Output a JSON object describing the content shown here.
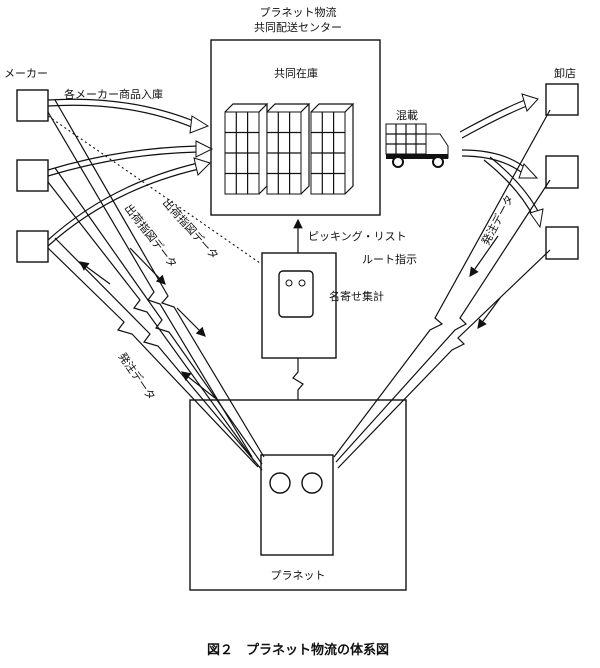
{
  "header": {
    "center_title_line1": "プラネット物流",
    "center_title_line2": "共同配送センター"
  },
  "labels": {
    "maker": "メーカー",
    "inbound": "各メーカー商品入庫",
    "joint_stock": "共同在庫",
    "mixed_load": "混載",
    "wholesaler": "卸店",
    "picking_list": "ピッキング・リスト",
    "route_instruction": "ルート指示",
    "name_aggregate": "名寄せ集計",
    "shipping_data_1": "出荷指図データ",
    "shipping_data_2": "出荷指図データ",
    "order_data_left": "発注データ",
    "order_data_right": "発注データ",
    "planet": "プラネット"
  },
  "caption": "図２　プラネット物流の体系図",
  "colors": {
    "ink": "#111111",
    "background": "#ffffff"
  }
}
